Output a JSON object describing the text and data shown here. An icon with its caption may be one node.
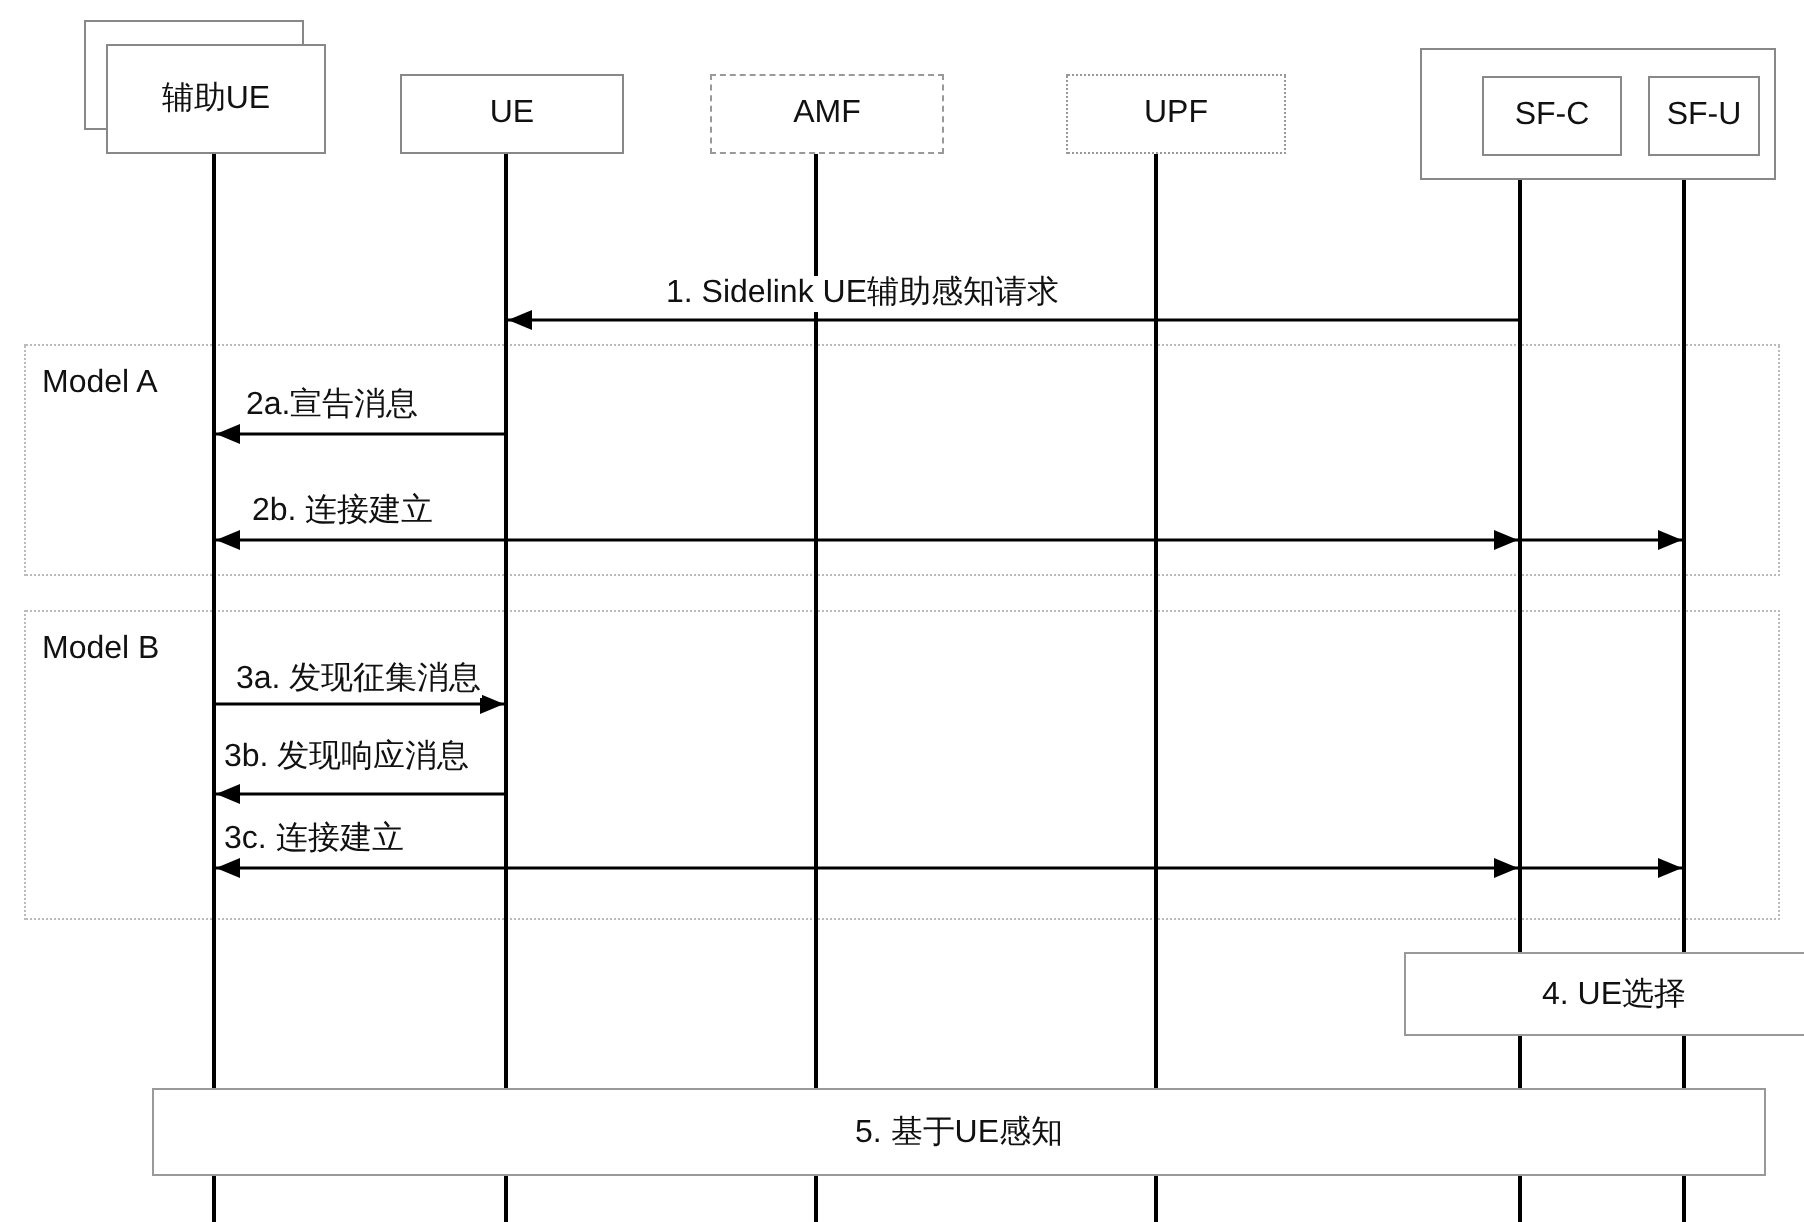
{
  "diagram": {
    "nodes": [
      {
        "text": [
          "辅助UE"
        ]
      },
      {
        "text": [
          "UE"
        ]
      },
      {
        "text": [
          "AMF"
        ]
      },
      {
        "text": [
          "UPF"
        ]
      },
      {
        "text": [],
        "shape": "box"
      },
      {
        "text": [
          "SF-C"
        ],
        "in": 4
      },
      {
        "text": [
          "SF-U"
        ],
        "in": 4
      },
      {
        "text": [
          "4. UE选择"
        ]
      },
      {
        "text": [
          "5. 基于UE感知"
        ]
      },
      {
        "text": [],
        "shape": "line"
      },
      {
        "text": [],
        "shape": "line"
      },
      {
        "text": [],
        "shape": "line"
      },
      {
        "text": [],
        "shape": "line"
      },
      {
        "text": [],
        "shape": "line"
      },
      {
        "text": [],
        "shape": "line"
      }
    ],
    "edges": [
      {
        "from": 13,
        "to": 10,
        "arrow": "to",
        "label": "1. Sidelink UE辅助感知请求"
      },
      {
        "from": 10,
        "to": 9,
        "arrow": "to",
        "label": "2a.宣告消息"
      },
      {
        "from": 9,
        "to": 13,
        "arrow": "both",
        "label": "2b. 连接建立"
      },
      {
        "from": 13,
        "to": 14,
        "arrow": "to"
      },
      {
        "from": 9,
        "to": 10,
        "arrow": "to",
        "label": "3a. 发现征集消息"
      },
      {
        "from": 10,
        "to": 9,
        "arrow": "to",
        "label": "3b. 发现响应消息"
      },
      {
        "from": 9,
        "to": 13,
        "arrow": "both",
        "label": "3c. 连接建立"
      },
      {
        "from": 13,
        "to": 14,
        "arrow": "to"
      }
    ],
    "labels": [
      "Model A",
      "Model B"
    ]
  }
}
